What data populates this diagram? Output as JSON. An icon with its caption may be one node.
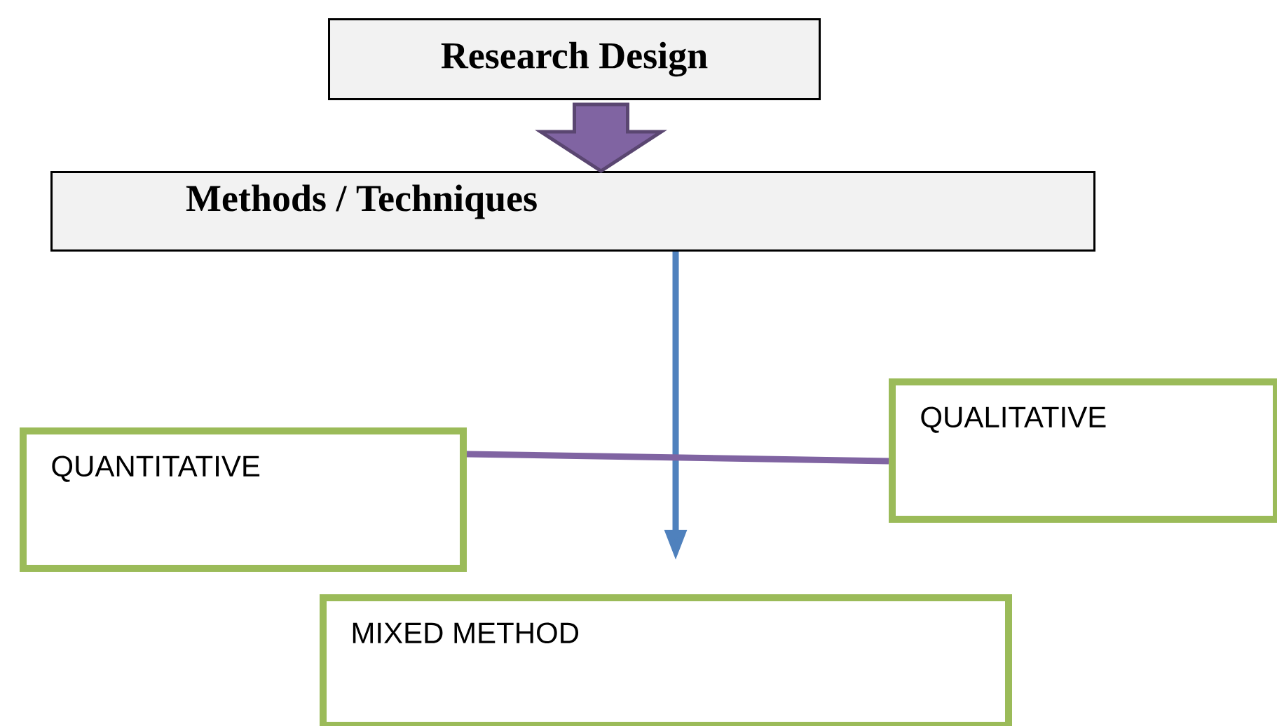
{
  "diagram": {
    "nodes": [
      {
        "text": [
          "Research Design"
        ]
      },
      {
        "text": [
          "Methods / Techniques"
        ]
      },
      {
        "text": [
          "QUANTITATIVE"
        ]
      },
      {
        "text": [
          "QUALITATIVE"
        ]
      },
      {
        "text": [
          "MIXED METHOD"
        ]
      }
    ],
    "edges": [
      {
        "from": 0,
        "to": 1,
        "arrow": "to",
        "style": "thick",
        "color": "#8064a2"
      },
      {
        "from": 1,
        "to": 4,
        "arrow": "to",
        "color": "#4f81bd"
      },
      {
        "from": 2,
        "to": 3,
        "arrow": "none",
        "color": "#8064a2"
      }
    ]
  }
}
